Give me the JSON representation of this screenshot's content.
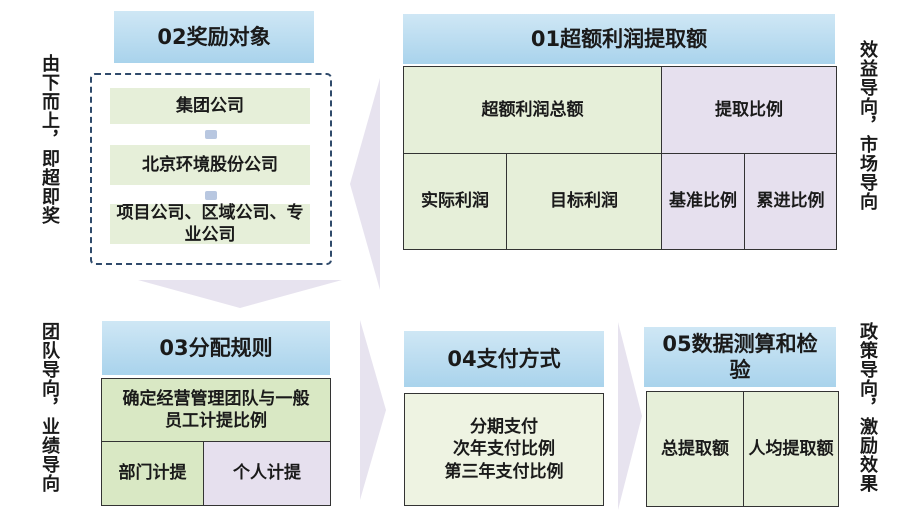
{
  "section_02": {
    "title": "02奖励对象",
    "items": [
      "集团公司",
      "北京环境股份公司",
      "项目公司、区域公司、专业公司"
    ]
  },
  "section_01": {
    "title": "01超额利润提取额",
    "excess_profit_total": "超额利润总额",
    "extraction_ratio": "提取比例",
    "actual_profit": "实际利润",
    "target_profit": "目标利润",
    "base_ratio": "基准比例",
    "progressive_ratio": "累进比例"
  },
  "section_03": {
    "title": "03分配规则",
    "rule": "确定经营管理团队与一般员工计提比例",
    "dept_accrual": "部门计提",
    "personal_accrual": "个人计提"
  },
  "section_04": {
    "title": "04支付方式",
    "lines": [
      "分期支付",
      "次年支付比例",
      "第三年支付比例"
    ]
  },
  "section_05": {
    "title": "05数据测算和检验",
    "total_extraction": "总提取额",
    "per_capita_extraction": "人均提取额"
  },
  "side_labels": {
    "left_top": "由下而上，即超即奖",
    "left_bottom": "团队导向，业绩导向",
    "right_top": "效益导向，市场导向",
    "right_bottom": "政策导向，激励效果"
  },
  "colors": {
    "header_gradient_top": "#cfe7f5",
    "header_gradient_bottom": "#a9d3ec",
    "green_fill": "#e6efd9",
    "lavender_fill": "#e6e0ee",
    "arrow_fill": "#e7e3ef",
    "dashed_border": "#2f4a6b"
  }
}
